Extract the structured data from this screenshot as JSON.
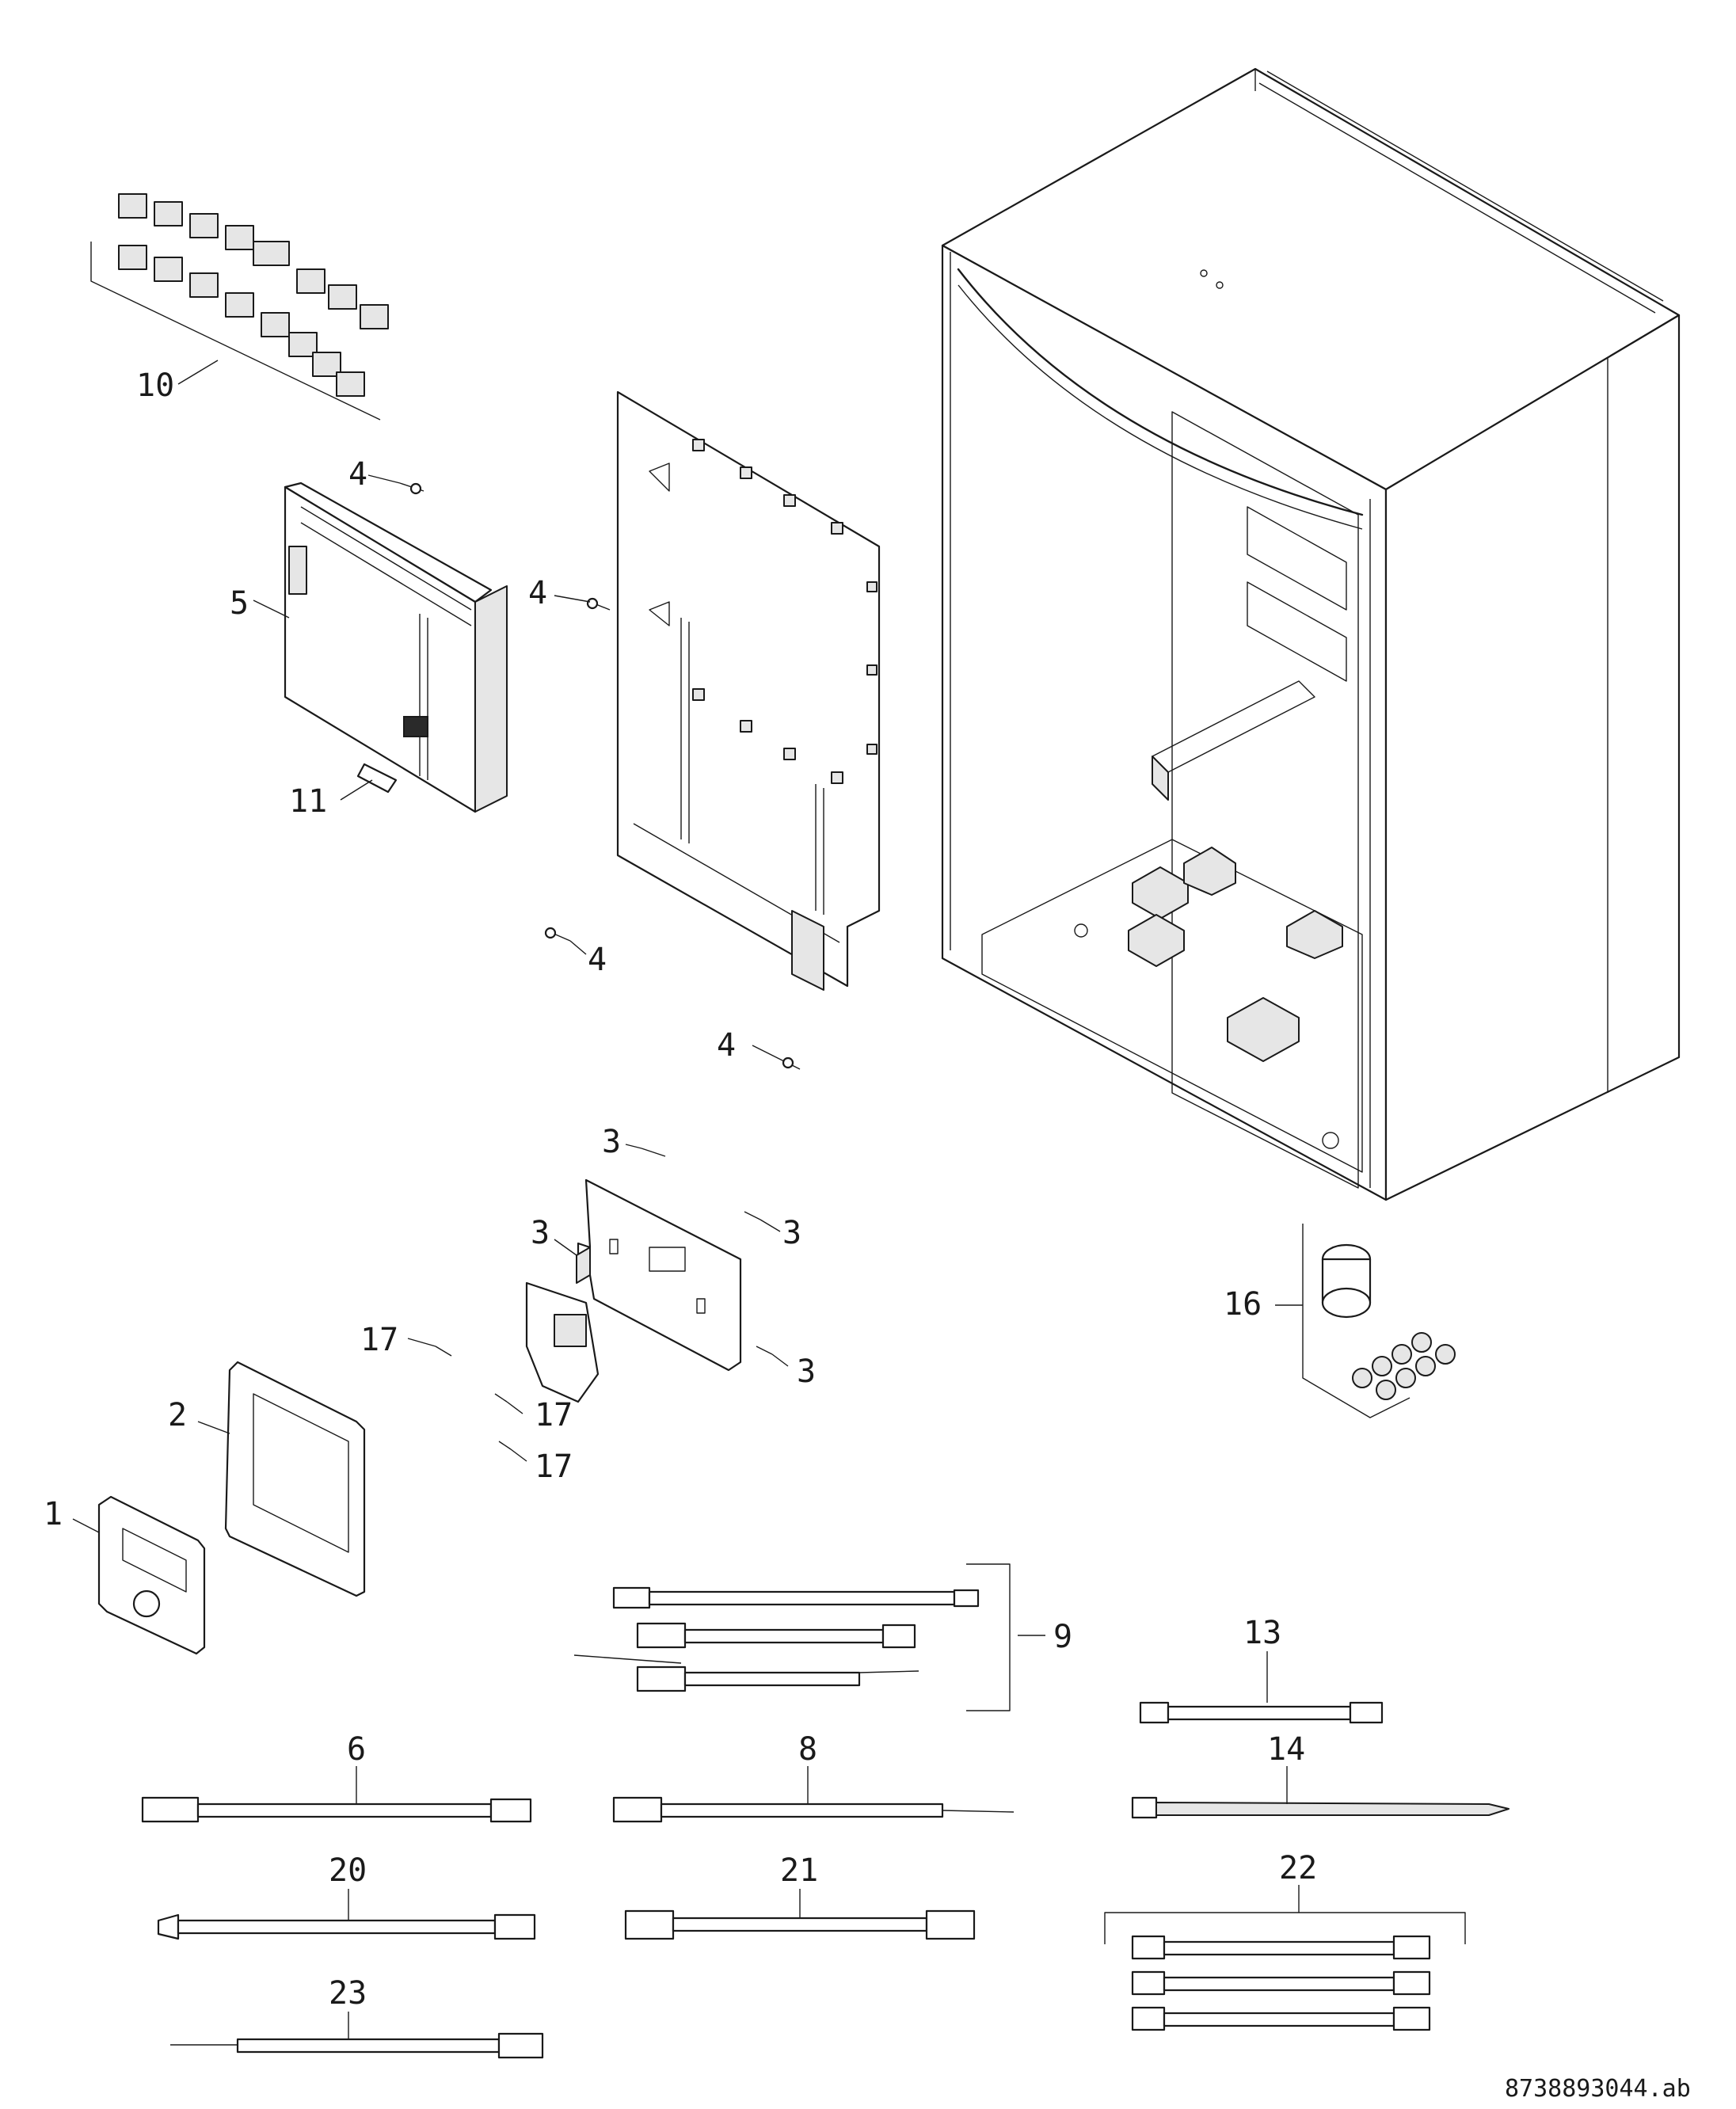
{
  "parts": {
    "p1": "1",
    "p2": "2",
    "p3": "3",
    "p4": "4",
    "p5": "5",
    "p6": "6",
    "p8": "8",
    "p9": "9",
    "p10": "10",
    "p11": "11",
    "p13": "13",
    "p14": "14",
    "p16": "16",
    "p17": "17",
    "p20": "20",
    "p21": "21",
    "p22": "22",
    "p23": "23"
  },
  "reference": "8738893044.ab"
}
